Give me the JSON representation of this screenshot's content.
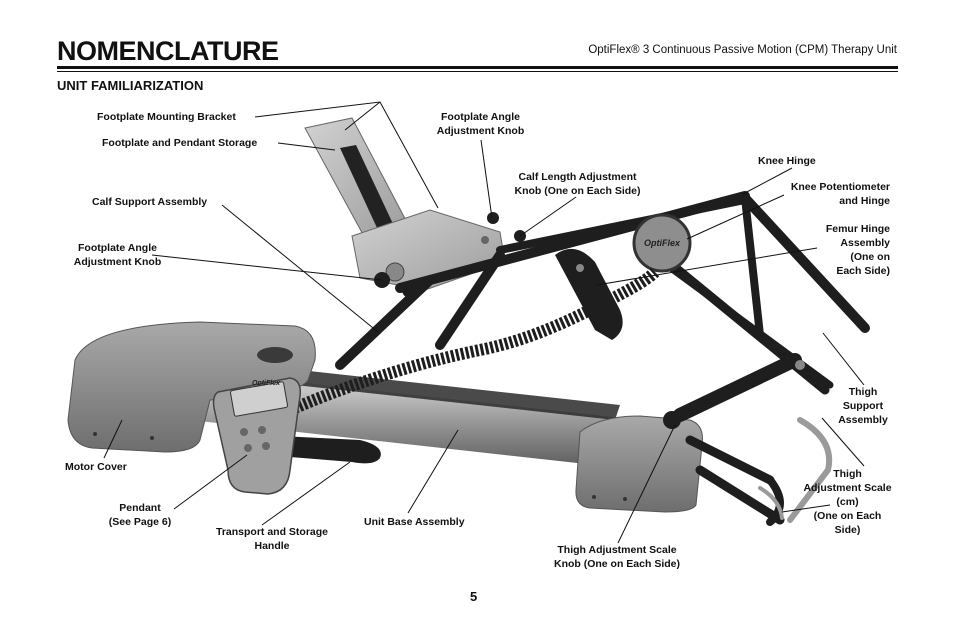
{
  "header": {
    "title": "NOMENCLATURE",
    "product": "OptiFlex® 3 Continuous Passive Motion (CPM) Therapy Unit",
    "section": "UNIT FAMILIARIZATION"
  },
  "labels": {
    "footplate_mounting_bracket": "Footplate Mounting Bracket",
    "footplate_pendant_storage": "Footplate and Pendant Storage",
    "calf_support_assembly": "Calf Support Assembly",
    "footplate_angle_knob_left_1": "Footplate Angle",
    "footplate_angle_knob_left_2": "Adjustment Knob",
    "footplate_angle_knob_top_1": "Footplate Angle",
    "footplate_angle_knob_top_2": "Adjustment Knob",
    "calf_length_knob_1": "Calf Length Adjustment",
    "calf_length_knob_2": "Knob (One on Each Side)",
    "knee_hinge": "Knee Hinge",
    "knee_potentiometer_1": "Knee Potentiometer",
    "knee_potentiometer_2": "and Hinge",
    "femur_hinge_1": "Femur Hinge",
    "femur_hinge_2": "Assembly",
    "femur_hinge_3": "(One on",
    "femur_hinge_4": "Each Side)",
    "thigh_support_1": "Thigh",
    "thigh_support_2": "Support",
    "thigh_support_3": "Assembly",
    "thigh_scale_1": "Thigh",
    "thigh_scale_2": "Adjustment Scale",
    "thigh_scale_3": "(cm)",
    "thigh_scale_4": "(One on Each",
    "thigh_scale_5": "Side)",
    "motor_cover": "Motor Cover",
    "pendant_1": "Pendant",
    "pendant_2": "(See Page 6)",
    "transport_handle_1": "Transport and Storage",
    "transport_handle_2": "Handle",
    "unit_base_assembly": "Unit Base Assembly",
    "thigh_scale_knob_1": "Thigh Adjustment Scale",
    "thigh_scale_knob_2": "Knob (One on Each Side)"
  },
  "device_branding": {
    "potentiometer_logo": "OptiFlex",
    "pendant_logo": "OptiFlex"
  },
  "page_number": "5",
  "colors": {
    "frame": "#1e1e1e",
    "housing": "#8a8a8a",
    "bracket": "#b4b4b4",
    "text": "#111111"
  }
}
